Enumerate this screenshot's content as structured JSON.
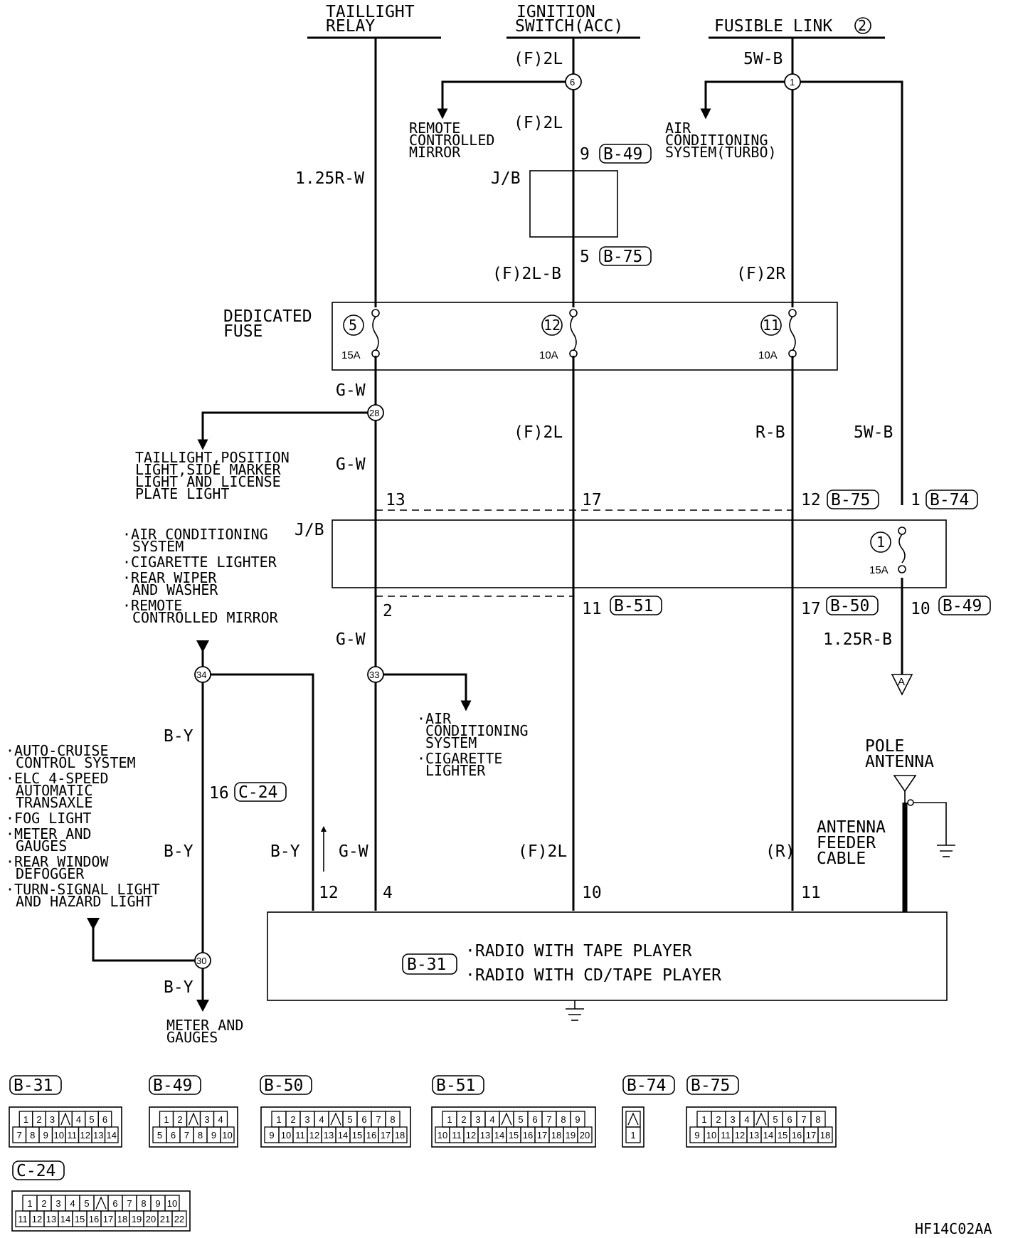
{
  "sources": {
    "taillight_relay": [
      "TAILLIGHT",
      "RELAY"
    ],
    "ignition_switch": [
      "IGNITION",
      "SWITCH(ACC)"
    ],
    "fusible_link": "FUSIBLE LINK",
    "fusible_link_num": "2"
  },
  "wires": {
    "w_125rw": "1.25R-W",
    "w_f2l_a": "(F)2L",
    "w_f2l_b": "(F)2L",
    "w_f2lb": "(F)2L-B",
    "w_5wb_top": "5W-B",
    "w_f2r": "(F)2R",
    "w_gw_1": "G-W",
    "w_gw_2": "G-W",
    "w_gw_3": "G-W",
    "w_gw_4": "G-W",
    "w_f2l_c": "(F)2L",
    "w_f2l_d": "(F)2L",
    "w_rb": "R-B",
    "w_5wb_mid": "5W-B",
    "w_125rb": "1.25R-B",
    "w_by_1": "B-Y",
    "w_by_2": "B-Y",
    "w_by_3": "B-Y",
    "w_by_4": "B-Y",
    "w_r": "(R)"
  },
  "junctions": {
    "j6": "6",
    "j1": "1",
    "j28": "28",
    "j34": "34",
    "j33": "33",
    "j30": "30"
  },
  "branches": {
    "remote_mirror": [
      "REMOTE",
      "CONTROLLED",
      "MIRROR"
    ],
    "ac_turbo": [
      "AIR",
      "CONDITIONING",
      "SYSTEM(TURBO)"
    ],
    "taillight": [
      "TAILLIGHT,POSITION",
      "LIGHT,SIDE MARKER",
      "LIGHT AND LICENSE",
      "PLATE LIGHT"
    ],
    "jb2_list": [
      "·AIR CONDITIONING",
      "SYSTEM",
      "·CIGARETTE LIGHTER",
      "·REAR WIPER",
      "AND WASHER",
      "·REMOTE",
      "CONTROLLED MIRROR"
    ],
    "ac_cig": [
      "·AIR",
      "CONDITIONING",
      "SYSTEM",
      "·CIGARETTE",
      "LIGHTER"
    ],
    "left_list": [
      "·AUTO-CRUISE",
      "CONTROL SYSTEM",
      "·ELC 4-SPEED",
      "AUTOMATIC",
      "TRANSAXLE",
      "·FOG LIGHT",
      "·METER AND",
      "GAUGES",
      "·REAR WINDOW",
      "DEFOGGER",
      "·TURN-SIGNAL LIGHT",
      "AND HAZARD LIGHT"
    ],
    "meter": [
      "METER AND",
      "GAUGES"
    ]
  },
  "jb": {
    "jb1": "J/B",
    "jb2": "J/B"
  },
  "fuse_block": {
    "title": [
      "DEDICATED",
      "FUSE"
    ],
    "fuses": [
      {
        "num": "5",
        "amp": "15A"
      },
      {
        "num": "12",
        "amp": "10A"
      },
      {
        "num": "11",
        "amp": "10A"
      }
    ]
  },
  "jb_fuse": {
    "num": "1",
    "amp": "15A"
  },
  "pins": {
    "p9": "9",
    "p5": "5",
    "p13": "13",
    "p17": "17",
    "p12a": "12",
    "p1": "1",
    "p2": "2",
    "p11a": "11",
    "p17b": "17",
    "p10a": "10",
    "p16": "16",
    "p12b": "12",
    "p4": "4",
    "p10b": "10",
    "p11b": "11"
  },
  "connector_refs": {
    "b49a": "B-49",
    "b75a": "B-75",
    "b75b": "B-75",
    "b74": "B-74",
    "b51": "B-51",
    "b50": "B-50",
    "b49b": "B-49",
    "c24": "C-24",
    "b31": "B-31"
  },
  "ground_a": "A",
  "antenna": {
    "pole": [
      "POLE",
      "ANTENNA"
    ],
    "feeder": [
      "ANTENNA",
      "FEEDER",
      "CABLE"
    ]
  },
  "radio": {
    "ref": "B-31",
    "line1": "·RADIO WITH TAPE PLAYER",
    "line2": "·RADIO WITH CD/TAPE PLAYER"
  },
  "connector_legend": [
    {
      "name": "B-31",
      "rows": [
        [
          "1",
          "2",
          "3",
          "",
          "4",
          "5",
          "6"
        ],
        [
          "7",
          "8",
          "9",
          "10",
          "11",
          "12",
          "13",
          "14"
        ]
      ]
    },
    {
      "name": "B-49",
      "rows": [
        [
          "1",
          "2",
          "",
          "3",
          "4"
        ],
        [
          "5",
          "6",
          "7",
          "8",
          "9",
          "10"
        ]
      ]
    },
    {
      "name": "B-50",
      "rows": [
        [
          "1",
          "2",
          "3",
          "4",
          "",
          "5",
          "6",
          "7",
          "8"
        ],
        [
          "9",
          "10",
          "11",
          "12",
          "13",
          "14",
          "15",
          "16",
          "17",
          "18"
        ]
      ]
    },
    {
      "name": "B-51",
      "rows": [
        [
          "1",
          "2",
          "3",
          "4",
          "",
          "5",
          "6",
          "7",
          "8",
          "9"
        ],
        [
          "10",
          "11",
          "12",
          "13",
          "14",
          "15",
          "16",
          "17",
          "18",
          "19",
          "20"
        ]
      ]
    },
    {
      "name": "B-74",
      "rows": [
        [
          ""
        ],
        [
          "1"
        ]
      ]
    },
    {
      "name": "B-75",
      "rows": [
        [
          "1",
          "2",
          "3",
          "4",
          "",
          "5",
          "6",
          "7",
          "8"
        ],
        [
          "9",
          "10",
          "11",
          "12",
          "13",
          "14",
          "15",
          "16",
          "17",
          "18"
        ]
      ]
    },
    {
      "name": "C-24",
      "rows": [
        [
          "1",
          "2",
          "3",
          "4",
          "5",
          "",
          "6",
          "7",
          "8",
          "9",
          "10"
        ],
        [
          "11",
          "12",
          "13",
          "14",
          "15",
          "16",
          "17",
          "18",
          "19",
          "20",
          "21",
          "22"
        ]
      ]
    }
  ],
  "code": "HF14C02AA"
}
